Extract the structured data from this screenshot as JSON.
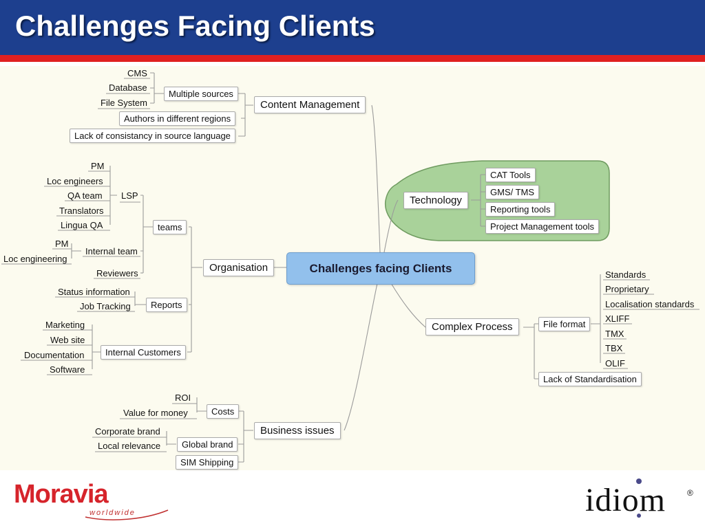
{
  "header": {
    "title": "Challenges Facing Clients"
  },
  "colors": {
    "header_bg": "#1d3f8e",
    "stripe": "#e02020",
    "central_fill": "#92c0ec",
    "tech_blob": "#a9d29a"
  },
  "central": {
    "label": "Challenges facing Clients"
  },
  "content_management": {
    "label": "Content Management",
    "multiple_sources": "Multiple sources",
    "cms": "CMS",
    "database": "Database",
    "file_system": "File System",
    "authors": "Authors in different regions",
    "lack_consistency": "Lack of consistancy in source language"
  },
  "organisation": {
    "label": "Organisation",
    "teams": "teams",
    "lsp": "LSP",
    "pm": "PM",
    "loc_engineers": "Loc engineers",
    "qa_team": "QA team",
    "translators": "Translators",
    "lingua_qa": "Lingua QA",
    "internal_team": "Internal team",
    "pm2": "PM",
    "loc_engineering": "Loc engineering",
    "reviewers": "Reviewers",
    "reports": "Reports",
    "status_information": "Status information",
    "job_tracking": "Job Tracking",
    "internal_customers": "Internal Customers",
    "marketing": "Marketing",
    "web_site": "Web site",
    "documentation": "Documentation",
    "software": "Software"
  },
  "business_issues": {
    "label": "Business issues",
    "costs": "Costs",
    "roi": "ROI",
    "value_for_money": "Value for money",
    "global_brand": "Global brand",
    "corporate_brand": "Corporate brand",
    "local_relevance": "Local relevance",
    "sim_shipping": "SIM Shipping"
  },
  "technology": {
    "label": "Technology",
    "cat_tools": "CAT Tools",
    "gms_tms": "GMS/ TMS",
    "reporting_tools": "Reporting tools",
    "project_management_tools": "Project Management tools"
  },
  "complex_process": {
    "label": "Complex Process",
    "file_format": "File format",
    "standards": "Standards",
    "proprietary": "Proprietary",
    "localisation_standards": "Localisation standards",
    "xliff": "XLIFF",
    "tmx": "TMX",
    "tbx": "TBX",
    "olif": "OLIF",
    "lack_standardisation": "Lack of Standardisation"
  },
  "footer": {
    "left_logo": "Moravia",
    "left_logo_sub": "worldwide",
    "right_logo": "idiom",
    "right_logo_mark": "®"
  }
}
